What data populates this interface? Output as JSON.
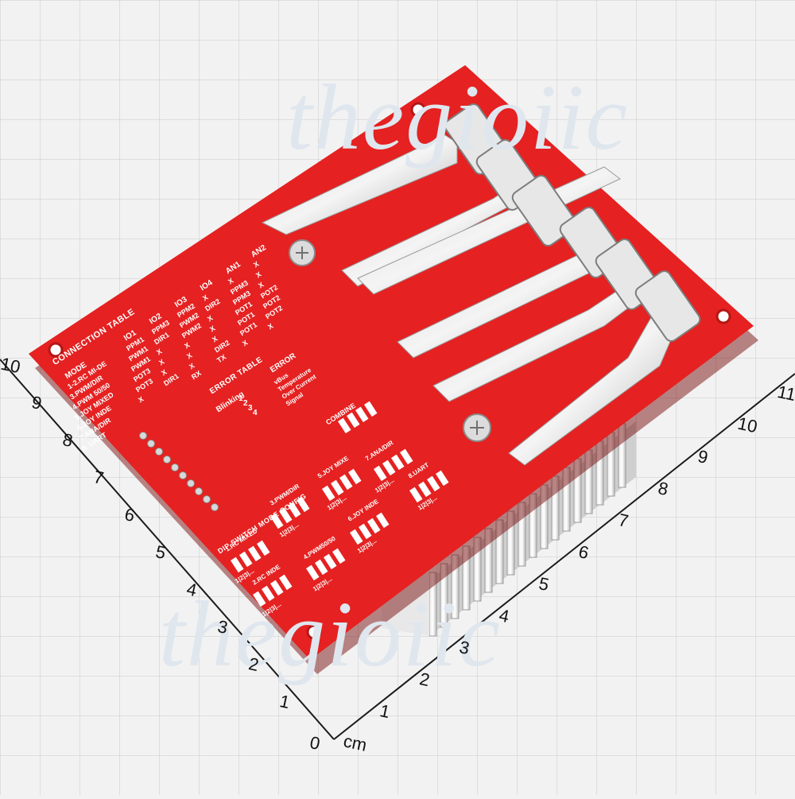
{
  "watermark": {
    "text": "thegioiic"
  },
  "ruler": {
    "unit": "cm",
    "zero_label": "0",
    "x_ticks": [
      "1",
      "2",
      "3",
      "4",
      "5",
      "6",
      "7",
      "8",
      "9",
      "10",
      "11"
    ],
    "y_ticks": [
      "1",
      "2",
      "3",
      "4",
      "5",
      "6",
      "7",
      "8",
      "9",
      "10"
    ]
  },
  "board": {
    "connection_table": {
      "title": "CONNECTION TABLE",
      "headers": [
        "MODE",
        "IO1",
        "IO2",
        "IO3",
        "IO4",
        "AN1",
        "AN2"
      ],
      "rows": [
        [
          "1-2.RC MI-DE",
          "PPM1",
          "PPM3",
          "PPM2",
          "X",
          "X",
          "X"
        ],
        [
          "3.PWM/DIR",
          "PWM1",
          "DIR1",
          "PWM2",
          "DIR2",
          "PPM3",
          "X"
        ],
        [
          "4.PWM 50/50",
          "PWM1",
          "X",
          "PWM2",
          "X",
          "PPM3",
          "X"
        ],
        [
          "5.JOY MIXED",
          "POT3",
          "X",
          "X",
          "X",
          "POT1",
          "POT2"
        ],
        [
          "6.JOY INDE",
          "POT3",
          "X",
          "X",
          "X",
          "POT1",
          "POT2"
        ],
        [
          "7.ANA/DIR",
          "X",
          "DIR1",
          "X",
          "DIR2",
          "POT1",
          "POT2"
        ],
        [
          "8. UART",
          "",
          "",
          "RX",
          "TX",
          "X",
          "X"
        ]
      ]
    },
    "error_table": {
      "title": "ERROR TABLE",
      "col1": "Blinking",
      "col2": "ERROR",
      "blinks": [
        "1",
        "2",
        "3",
        "4"
      ],
      "errors": [
        "vBus",
        "Temperature",
        "Over Current",
        "Signal"
      ]
    },
    "dip_config": {
      "title": "DIP SWITCH MODE CONFIG",
      "modes": [
        "1.RC MIXED",
        "2.RC INDE",
        "3.PWM/DIR",
        "4.PWM50/50",
        "5.JOY MIXE",
        "6.JOY INDE",
        "7.ANA/DIR",
        "8.UART"
      ],
      "combine_label": "COMBINE",
      "switch_numbers": "1|2|3|..."
    }
  }
}
